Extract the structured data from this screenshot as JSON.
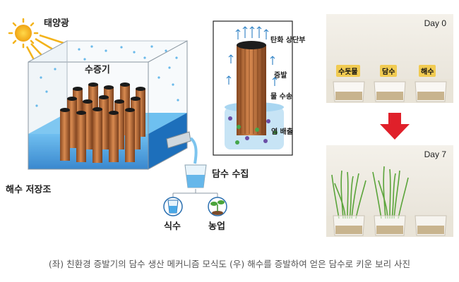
{
  "diagram": {
    "sunlight": "태양광",
    "vapor": "수증기",
    "reservoir": "해수 저장조",
    "collection": "담수 수집",
    "drinking": "식수",
    "agriculture": "농업"
  },
  "inset": {
    "top": "탄화 상단부",
    "evaporation": "증발",
    "transport": "물 수송",
    "salt_discharge": "염 배출"
  },
  "photos": {
    "day0": "Day 0",
    "day7": "Day 7",
    "cups": [
      "수돗물",
      "담수",
      "해수"
    ]
  },
  "caption": "(좌) 친환경 증발기의 담수 생산 메커니즘 모식도 (우) 해수를 증발하여 얻은 담수로 키운 보리 사진",
  "colors": {
    "water": "#2a8ad6",
    "column": "#c8733f",
    "arrow_red": "#e0202a",
    "sun": "#f3b31b",
    "label_bg": "#f1cb52"
  }
}
